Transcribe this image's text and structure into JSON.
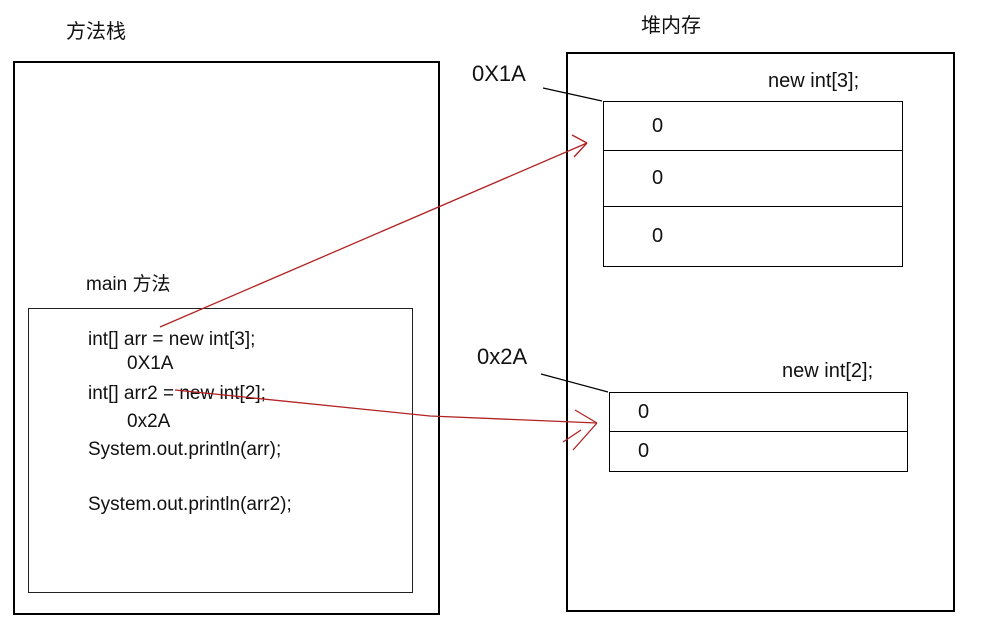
{
  "stack": {
    "title": "方法栈",
    "frame": {
      "label": "main 方法",
      "code": [
        "int[] arr = new int[3];",
        "0X1A",
        "int[] arr2 = new int[2];",
        "0x2A",
        "System.out.println(arr);",
        "System.out.println(arr2);"
      ]
    }
  },
  "heap": {
    "title": "堆内存",
    "arrays": [
      {
        "pointer_label": "0X1A",
        "decl_label": "new int[3];",
        "cells": [
          "0",
          "0",
          "0"
        ]
      },
      {
        "pointer_label": "0x2A",
        "decl_label": "new int[2];",
        "cells": [
          "0",
          "0"
        ]
      }
    ]
  },
  "colors": {
    "line": "#000000",
    "arrow": "#b22222"
  }
}
